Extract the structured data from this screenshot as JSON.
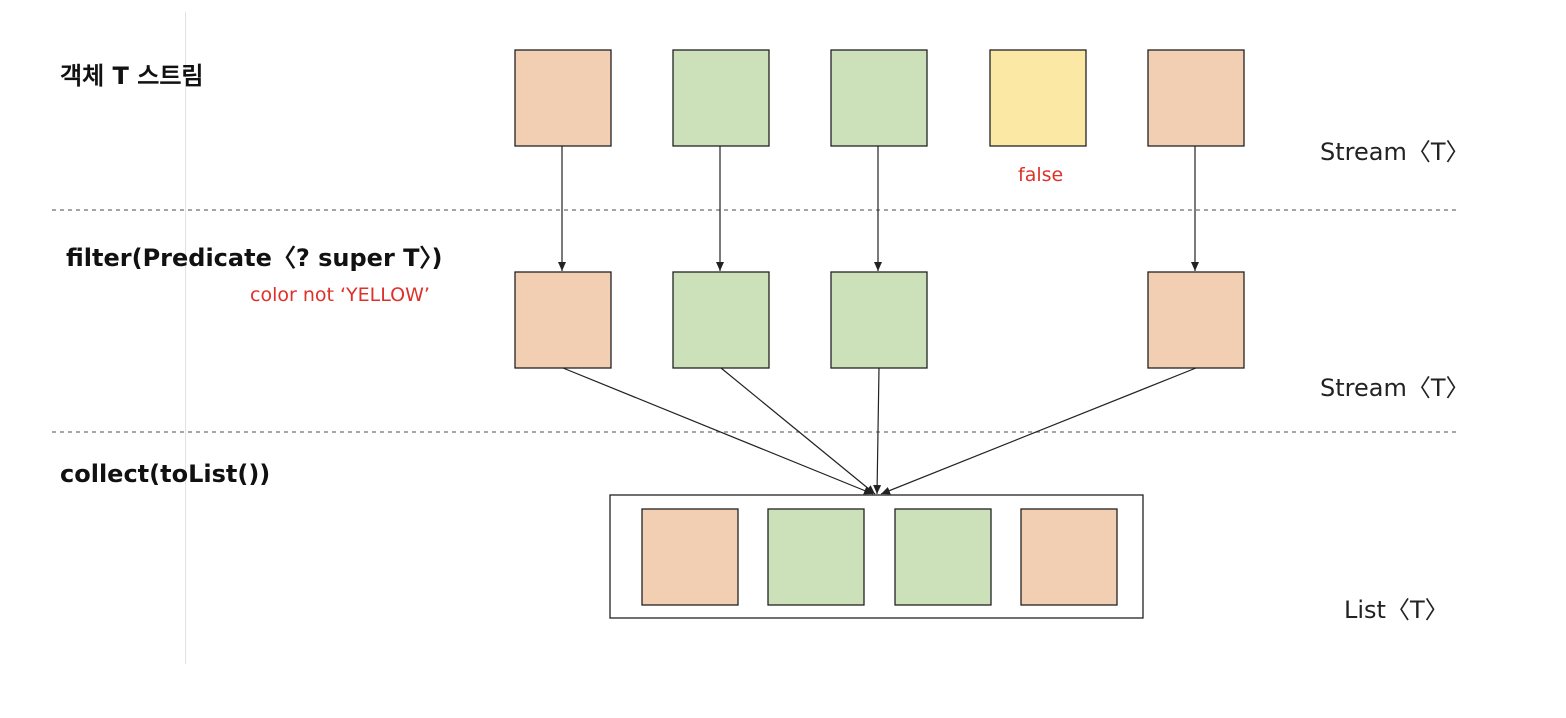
{
  "stages": {
    "source": "객체 T 스트림",
    "filter": "filter(Predicate〈? super T〉)",
    "collect": "collect(toList())"
  },
  "types": {
    "source": "Stream〈T〉",
    "filter": "Stream〈T〉",
    "collect": "List〈T〉"
  },
  "notes": {
    "rejected": "false",
    "predicate": "color not ‘YELLOW’"
  },
  "colors": {
    "orange": "#f2cfb3",
    "green": "#cce0b9",
    "yellow": "#fae8a4",
    "note_text": "#e0302a",
    "stroke": "#222222",
    "separator": "#888888"
  },
  "stream_items": [
    "orange",
    "green",
    "green",
    "yellow",
    "orange"
  ],
  "filtered_items": [
    "orange",
    "green",
    "green",
    null,
    "orange"
  ],
  "list_items": [
    "orange",
    "green",
    "green",
    "orange"
  ]
}
